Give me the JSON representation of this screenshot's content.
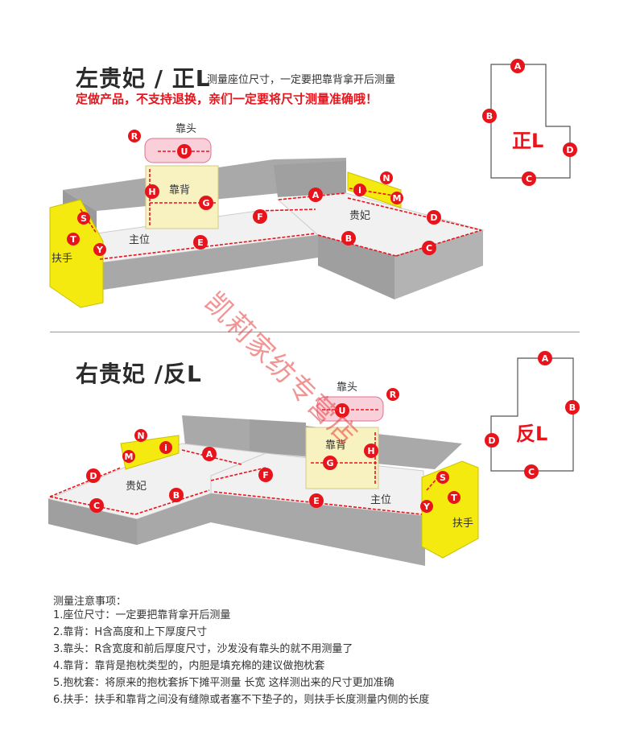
{
  "section1": {
    "title": "左贵妃 / 正L",
    "subtitle": "测量座位尺寸，一定要把靠背拿开后测量",
    "warning": "定做产品，不支持退换，亲们一定要将尺寸测量准确哦！",
    "shape_label": "正L",
    "labels": {
      "headrest": "靠头",
      "backrest": "靠背",
      "chaise": "贵妃",
      "seat": "主位",
      "armrest": "扶手"
    }
  },
  "section2": {
    "title": "右贵妃 /反L",
    "shape_label": "反L",
    "labels": {
      "headrest": "靠头",
      "backrest": "靠背",
      "chaise": "贵妃",
      "seat": "主位",
      "armrest": "扶手"
    }
  },
  "markers": [
    "A",
    "B",
    "C",
    "D",
    "E",
    "F",
    "G",
    "H",
    "i",
    "M",
    "N",
    "R",
    "S",
    "T",
    "U",
    "Y"
  ],
  "notes": {
    "title": "测量注意事项：",
    "items": [
      "1.座位尺寸：一定要把靠背拿开后测量",
      "2.靠背：H含高度和上下厚度尺寸",
      "3.靠头：R含宽度和前后厚度尺寸，沙发没有靠头的就不用测量了",
      "4.靠背：靠背是抱枕类型的，内胆是填充棉的建议做抱枕套",
      "5.抱枕套：将原来的抱枕套拆下摊平测量 长宽 这样测出来的尺寸更加准确",
      "6.扶手：扶手和靠背之间没有缝隙或者塞不下垫子的，则扶手长度测量内侧的长度"
    ]
  },
  "watermark": "凯莉家纺专营店",
  "colors": {
    "red": "#e8141c",
    "yellow": "#f5ea0f",
    "sofa_gray": "#a8a8a8",
    "sofa_light": "#f2f2f2",
    "cushion": "#f7f2c0"
  }
}
